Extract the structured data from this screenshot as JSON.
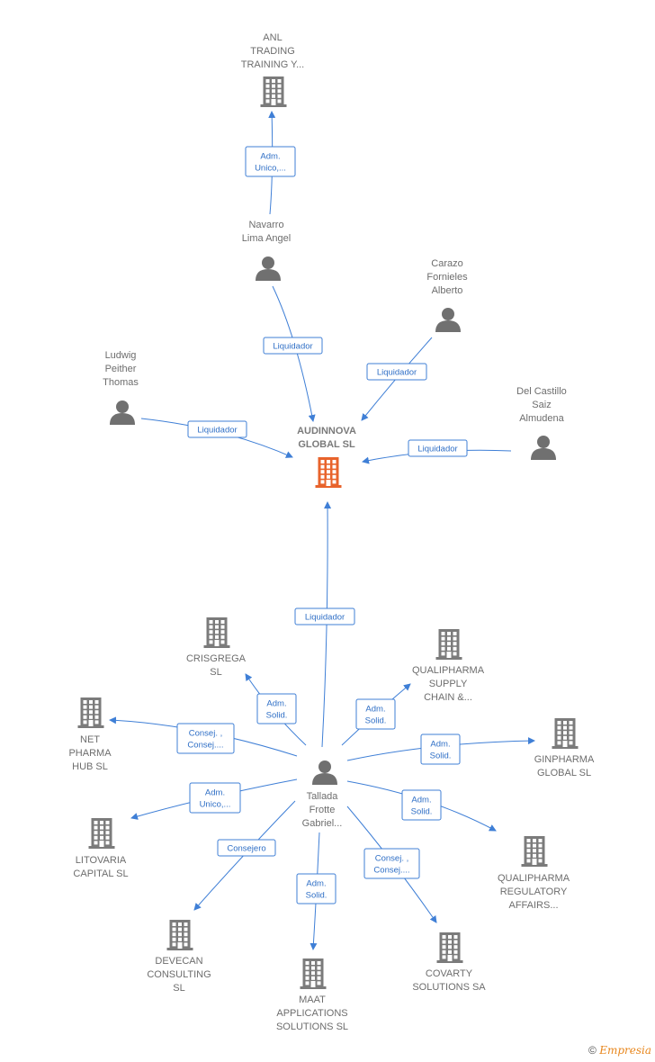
{
  "colors": {
    "edge": "#3f7fd6",
    "company": "#7b7b7b",
    "main_company": "#e8632b",
    "person": "#707070"
  },
  "nodes": [
    {
      "id": "audinnova",
      "type": "company",
      "main": true,
      "label": [
        "AUDINNOVA",
        "GLOBAL  SL"
      ]
    },
    {
      "id": "anl",
      "type": "company",
      "label": [
        "ANL",
        "TRADING",
        "TRAINING Y..."
      ]
    },
    {
      "id": "navarro",
      "type": "person",
      "label": [
        "Navarro",
        "Lima Angel"
      ]
    },
    {
      "id": "carazo",
      "type": "person",
      "label": [
        "Carazo",
        "Fornieles",
        "Alberto"
      ]
    },
    {
      "id": "ludwig",
      "type": "person",
      "label": [
        "Ludwig",
        "Peither",
        "Thomas"
      ]
    },
    {
      "id": "delcastillo",
      "type": "person",
      "label": [
        "Del Castillo",
        "Saiz",
        "Almudena"
      ]
    },
    {
      "id": "tallada",
      "type": "person",
      "label": [
        "Tallada",
        "Frotte",
        "Gabriel..."
      ]
    },
    {
      "id": "crisgrega",
      "type": "company",
      "label": [
        "CRISGREGA",
        "SL"
      ]
    },
    {
      "id": "qualipharma_supply",
      "type": "company",
      "label": [
        "QUALIPHARMA",
        "SUPPLY",
        "CHAIN &..."
      ]
    },
    {
      "id": "net_pharma",
      "type": "company",
      "label": [
        "NET",
        "PHARMA",
        "HUB  SL"
      ]
    },
    {
      "id": "ginpharma",
      "type": "company",
      "label": [
        "GINPHARMA",
        "GLOBAL  SL"
      ]
    },
    {
      "id": "litovaria",
      "type": "company",
      "label": [
        "LITOVARIA",
        "CAPITAL  SL"
      ]
    },
    {
      "id": "qualipharma_reg",
      "type": "company",
      "label": [
        "QUALIPHARMA",
        "REGULATORY",
        "AFFAIRS..."
      ]
    },
    {
      "id": "devecan",
      "type": "company",
      "label": [
        "DEVECAN",
        "CONSULTING",
        "SL"
      ]
    },
    {
      "id": "maat",
      "type": "company",
      "label": [
        "MAAT",
        "APPLICATIONS",
        "SOLUTIONS  SL"
      ]
    },
    {
      "id": "covarty",
      "type": "company",
      "label": [
        "COVARTY",
        "SOLUTIONS SA"
      ]
    }
  ],
  "edges": [
    {
      "from": "navarro",
      "to": "anl",
      "label": [
        "Adm.",
        "Unico,..."
      ]
    },
    {
      "from": "navarro",
      "to": "audinnova",
      "label": [
        "Liquidador"
      ]
    },
    {
      "from": "carazo",
      "to": "audinnova",
      "label": [
        "Liquidador"
      ]
    },
    {
      "from": "ludwig",
      "to": "audinnova",
      "label": [
        "Liquidador"
      ]
    },
    {
      "from": "delcastillo",
      "to": "audinnova",
      "label": [
        "Liquidador"
      ]
    },
    {
      "from": "tallada",
      "to": "audinnova",
      "label": [
        "Liquidador"
      ]
    },
    {
      "from": "tallada",
      "to": "crisgrega",
      "label": [
        "Adm.",
        "Solid."
      ]
    },
    {
      "from": "tallada",
      "to": "qualipharma_supply",
      "label": [
        "Adm.",
        "Solid."
      ]
    },
    {
      "from": "tallada",
      "to": "net_pharma",
      "label": [
        "Consej. ,",
        "Consej...."
      ]
    },
    {
      "from": "tallada",
      "to": "ginpharma",
      "label": [
        "Adm.",
        "Solid."
      ]
    },
    {
      "from": "tallada",
      "to": "litovaria",
      "label": [
        "Adm.",
        "Unico,..."
      ]
    },
    {
      "from": "tallada",
      "to": "qualipharma_reg",
      "label": [
        "Adm.",
        "Solid."
      ]
    },
    {
      "from": "tallada",
      "to": "devecan",
      "label": [
        "Consejero"
      ]
    },
    {
      "from": "tallada",
      "to": "maat",
      "label": [
        "Adm.",
        "Solid."
      ]
    },
    {
      "from": "tallada",
      "to": "covarty",
      "label": [
        "Consej. ,",
        "Consej...."
      ]
    }
  ],
  "watermark": {
    "symbol": "©",
    "brand": "Empresia"
  }
}
